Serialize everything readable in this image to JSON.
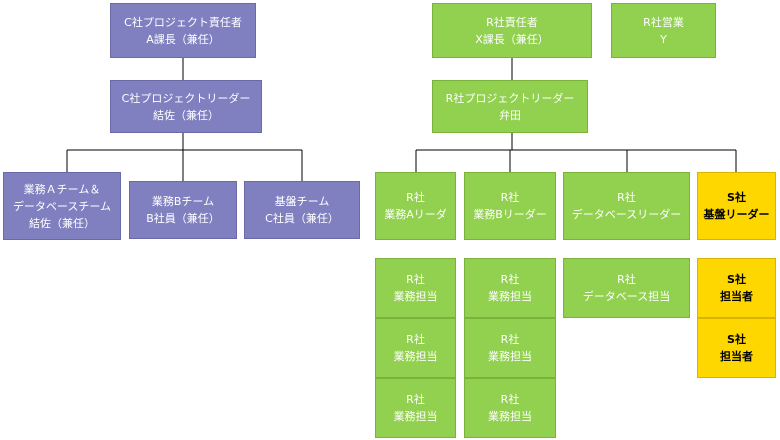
{
  "colors": {
    "purple": "#8080c0",
    "green": "#92d050",
    "yellow": "#ffd700",
    "line": "#000000"
  },
  "c_side": {
    "pm": "C社プロジェクト責任者\nA課長（兼任）",
    "leader": "C社プロジェクトリーダー\n結佐（兼任）",
    "teams": [
      "業務Ａチーム＆\nデータベースチーム\n結佐（兼任）",
      "業務Bチーム\nB社員（兼任）",
      "基盤チーム\nC社員（兼任）"
    ]
  },
  "r_side": {
    "pm": "R社責任者\nX課長（兼任）",
    "sales": "R社営業\nY",
    "leader": "R社プロジェクトリーダー\n弁田",
    "leads": [
      "R社\n業務Aリーダ",
      "R社\n業務Bリーダー",
      "R社\nデータベースリーダー",
      "S社\n基盤リーダー"
    ],
    "members_a": [
      "R社\n業務担当",
      "R社\n業務担当",
      "R社\n業務担当"
    ],
    "members_b": [
      "R社\n業務担当",
      "R社\n業務担当",
      "R社\n業務担当"
    ],
    "members_db": [
      "R社\nデータベース担当"
    ],
    "members_s": [
      "S社\n担当者",
      "S社\n担当者"
    ]
  }
}
